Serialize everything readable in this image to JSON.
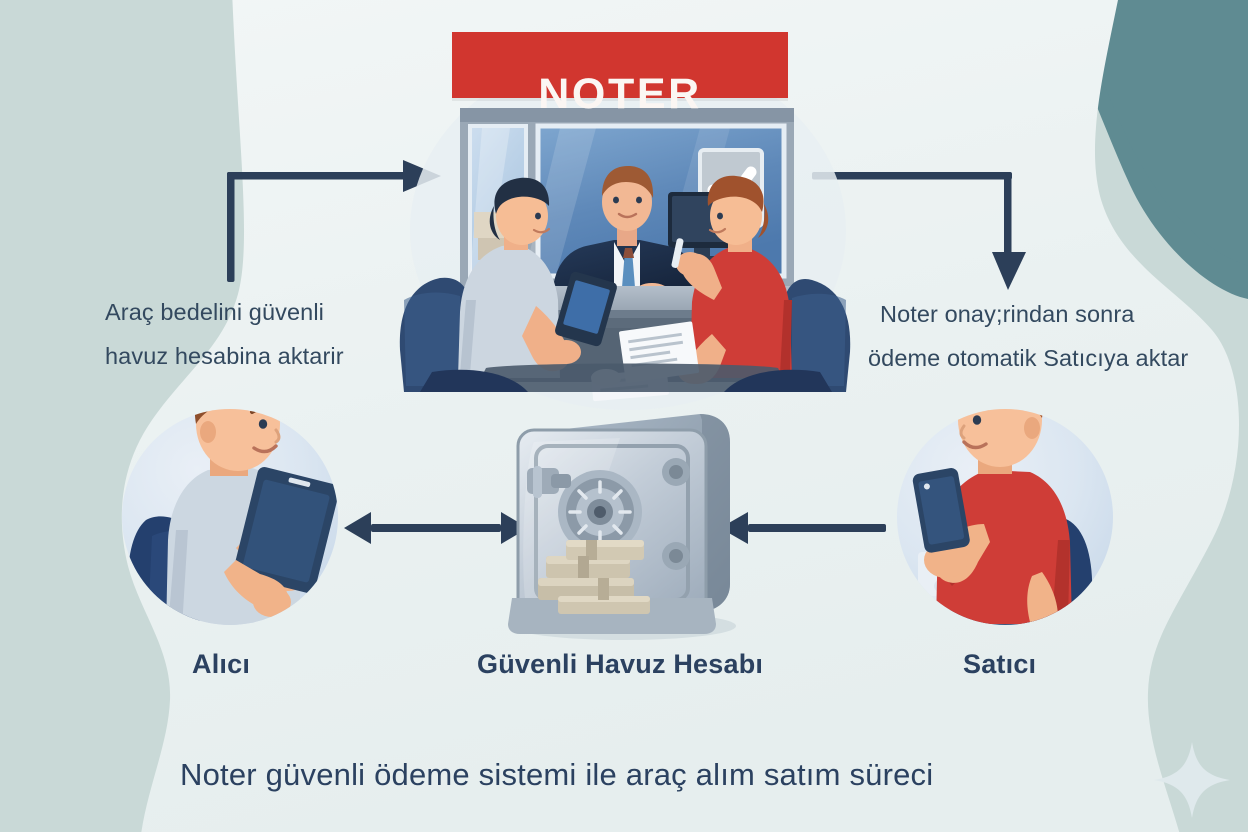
{
  "scene": {
    "title": "Noter güvenli ödeme sistemi ile araç alım satım süreci",
    "notary_sign": "NOTER"
  },
  "flow": {
    "left_step": {
      "line1": "Araç bedelini güvenli",
      "line2": "havuz hesabina aktarir"
    },
    "right_step": {
      "line1": "Noter onay;rindan sonra",
      "line2": "ödeme otomatik Satıcıya aktar"
    }
  },
  "nodes": {
    "buyer": {
      "label": "Alıcı"
    },
    "escrow": {
      "label": "Güvenli Havuz Hesabı"
    },
    "seller": {
      "label": "Satıcı"
    }
  },
  "icons": {
    "notary_office": "notary-office-illustration",
    "buyer_avatar": "buyer-person-with-tablet-icon",
    "seller_avatar": "seller-person-with-phone-icon",
    "escrow_safe": "safe-vault-with-cash-icon",
    "approval_check": "checkmark-approval-icon",
    "sparkle": "sparkle-star-icon",
    "arrow_buyer_to_notary": "arrow-up-right-icon",
    "arrow_notary_to_seller": "arrow-right-down-icon",
    "arrow_buyer_escrow": "double-arrow-horizontal-icon",
    "arrow_seller_to_escrow": "arrow-left-icon"
  },
  "colors": {
    "background_sage": "#c9d9d7",
    "background_teal": "#5f8b92",
    "background_cream": "#eef3f2",
    "arrow_navy": "#2c3f59",
    "sign_red": "#d1362f",
    "text_navy": "#2b4160",
    "seller_red": "#cf3d37",
    "buyer_grey": "#ccd6e0"
  }
}
